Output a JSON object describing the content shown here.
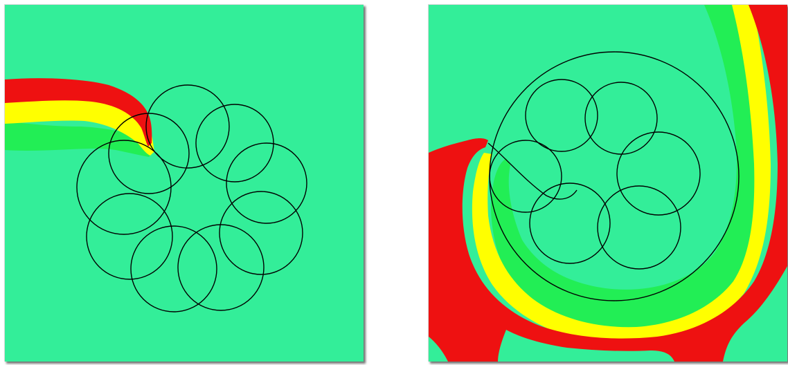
{
  "colors": {
    "background": "#33EE99",
    "mid_green": "#22EE55",
    "yellow": "#FFFF00",
    "red": "#EE1111",
    "trajectory": "#000000"
  },
  "panels": [
    {
      "name": "left-panel",
      "trajectory_loops": 9
    },
    {
      "name": "right-panel",
      "trajectory_loops": 7
    }
  ]
}
